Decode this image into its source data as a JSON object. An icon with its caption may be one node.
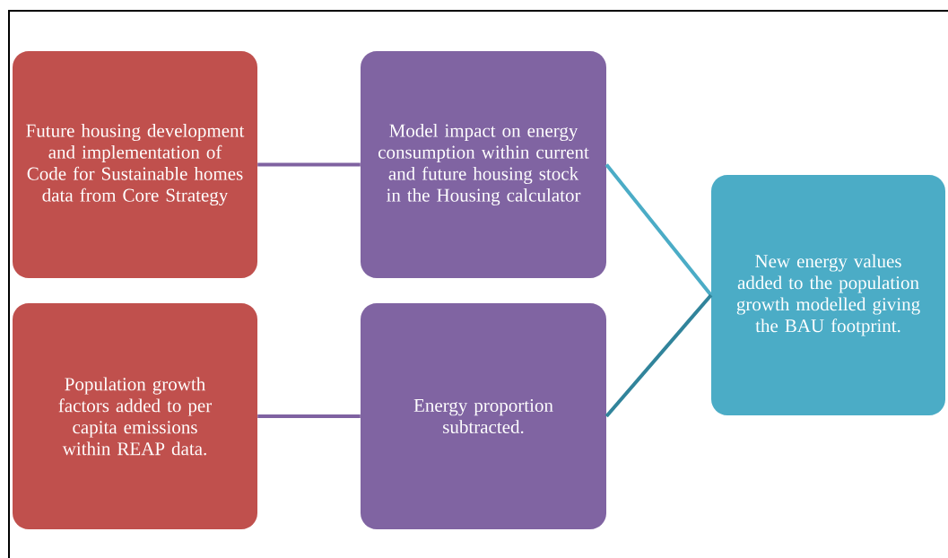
{
  "diagram": {
    "nodes": [
      {
        "text": [
          "Future housing development and implementation of Code for Sustainable homes data from Core Strategy"
        ]
      },
      {
        "text": [
          "Model impact on energy consumption within current and future housing stock in the Housing calculator"
        ]
      },
      {
        "text": [
          "Population growth factors added to per capita emissions within REAP data."
        ]
      },
      {
        "text": [
          "Energy proportion subtracted."
        ]
      },
      {
        "text": [
          "New energy values added to the population growth modelled giving the BAU footprint."
        ]
      }
    ],
    "edges": [
      {
        "from": 0,
        "to": 1,
        "arrow": "none",
        "color": "#7f62a1"
      },
      {
        "from": 2,
        "to": 3,
        "arrow": "none",
        "color": "#7f62a1"
      },
      {
        "from": 1,
        "to": 4,
        "arrow": "none",
        "color": "#4bacc6"
      },
      {
        "from": 3,
        "to": 4,
        "arrow": "none",
        "color": "#31849b"
      }
    ]
  }
}
